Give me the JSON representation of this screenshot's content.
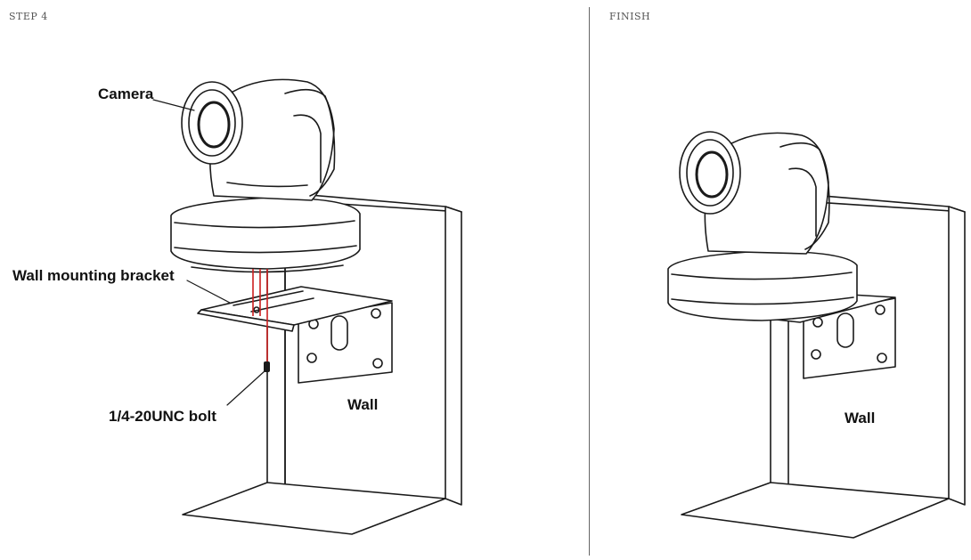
{
  "step_panel": {
    "title": "STEP 4",
    "labels": {
      "camera": "Camera",
      "bracket": "Wall mounting bracket",
      "bolt": "1/4-20UNC bolt",
      "wall": "Wall"
    }
  },
  "finish_panel": {
    "title": "FINISH",
    "labels": {
      "wall": "Wall"
    }
  },
  "colors": {
    "line": "#1a1a1a",
    "bolt_guide": "#cc1f1f",
    "background": "#ffffff"
  }
}
